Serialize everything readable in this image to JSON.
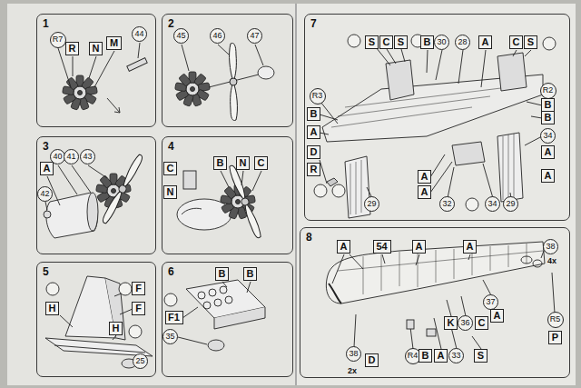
{
  "diagram": {
    "nodes": [
      {
        "text": [
          "1"
        ]
      },
      {
        "text": [
          "2"
        ]
      },
      {
        "text": [
          "3"
        ]
      },
      {
        "text": [
          "4"
        ]
      },
      {
        "text": [
          "5"
        ]
      },
      {
        "text": [
          "6"
        ]
      },
      {
        "text": [
          "7"
        ]
      },
      {
        "text": [
          "8"
        ]
      },
      {
        "text": [
          "R7"
        ],
        "in": 0
      },
      {
        "text": [
          "R"
        ],
        "in": 0
      },
      {
        "text": [
          "N"
        ],
        "in": 0
      },
      {
        "text": [
          "M"
        ],
        "in": 0
      },
      {
        "text": [
          "44"
        ],
        "in": 0
      },
      {
        "text": [
          "45"
        ],
        "in": 1
      },
      {
        "text": [
          "46"
        ],
        "in": 1
      },
      {
        "text": [
          "47"
        ],
        "in": 1
      },
      {
        "text": [
          "A"
        ],
        "in": 2
      },
      {
        "text": [
          "40"
        ],
        "in": 2
      },
      {
        "text": [
          "41"
        ],
        "in": 2
      },
      {
        "text": [
          "43"
        ],
        "in": 2
      },
      {
        "text": [
          "42"
        ],
        "in": 2
      },
      {
        "text": [
          "C"
        ],
        "in": 3
      },
      {
        "text": [
          "N"
        ],
        "in": 3
      },
      {
        "text": [
          "B"
        ],
        "in": 3
      },
      {
        "text": [
          "N"
        ],
        "in": 3
      },
      {
        "text": [
          "C"
        ],
        "in": 3
      },
      {
        "text": [
          "H"
        ],
        "in": 4
      },
      {
        "text": [
          "F"
        ],
        "in": 4
      },
      {
        "text": [
          "F"
        ],
        "in": 4
      },
      {
        "text": [
          "H"
        ],
        "in": 4
      },
      {
        "text": [
          "25"
        ],
        "in": 4
      },
      {
        "text": [
          "B"
        ],
        "in": 5
      },
      {
        "text": [
          "B"
        ],
        "in": 5
      },
      {
        "text": [
          "F1"
        ],
        "in": 5
      },
      {
        "text": [
          "35"
        ],
        "in": 5
      },
      {
        "text": [
          "S"
        ],
        "in": 6
      },
      {
        "text": [
          "C"
        ],
        "in": 6
      },
      {
        "text": [
          "S"
        ],
        "in": 6
      },
      {
        "text": [
          "B"
        ],
        "in": 6
      },
      {
        "text": [
          "30"
        ],
        "in": 6
      },
      {
        "text": [
          "28"
        ],
        "in": 6
      },
      {
        "text": [
          "A"
        ],
        "in": 6
      },
      {
        "text": [
          "C"
        ],
        "in": 6
      },
      {
        "text": [
          "S"
        ],
        "in": 6
      },
      {
        "text": [
          "R3"
        ],
        "in": 6
      },
      {
        "text": [
          "B"
        ],
        "in": 6
      },
      {
        "text": [
          "A"
        ],
        "in": 6
      },
      {
        "text": [
          "R2"
        ],
        "in": 6
      },
      {
        "text": [
          "B"
        ],
        "in": 6
      },
      {
        "text": [
          "B"
        ],
        "in": 6
      },
      {
        "text": [
          "D"
        ],
        "in": 6
      },
      {
        "text": [
          "R"
        ],
        "in": 6
      },
      {
        "text": [
          "A"
        ],
        "in": 6
      },
      {
        "text": [
          "A"
        ],
        "in": 6
      },
      {
        "text": [
          "29"
        ],
        "in": 6
      },
      {
        "text": [
          "32"
        ],
        "in": 6
      },
      {
        "text": [
          "34"
        ],
        "in": 6
      },
      {
        "text": [
          "29"
        ],
        "in": 6
      },
      {
        "text": [
          "34"
        ],
        "in": 6
      },
      {
        "text": [
          "A"
        ],
        "in": 6
      },
      {
        "text": [
          "A"
        ],
        "in": 6
      },
      {
        "text": [
          "A"
        ],
        "in": 7
      },
      {
        "text": [
          "54"
        ],
        "in": 7
      },
      {
        "text": [
          "A"
        ],
        "in": 7
      },
      {
        "text": [
          "A"
        ],
        "in": 7
      },
      {
        "text": [
          "38"
        ],
        "in": 7
      },
      {
        "text": [
          "37"
        ],
        "in": 7
      },
      {
        "text": [
          "A"
        ],
        "in": 7
      },
      {
        "text": [
          "K"
        ],
        "in": 7
      },
      {
        "text": [
          "36"
        ],
        "in": 7
      },
      {
        "text": [
          "C"
        ],
        "in": 7
      },
      {
        "text": [
          "R5"
        ],
        "in": 7
      },
      {
        "text": [
          "P"
        ],
        "in": 7
      },
      {
        "text": [
          "R4"
        ],
        "in": 7
      },
      {
        "text": [
          "B"
        ],
        "in": 7
      },
      {
        "text": [
          "A"
        ],
        "in": 7
      },
      {
        "text": [
          "33"
        ],
        "in": 7
      },
      {
        "text": [
          "S"
        ],
        "in": 7
      },
      {
        "text": [
          "38"
        ],
        "in": 7
      },
      {
        "text": [
          "D"
        ],
        "in": 7
      }
    ],
    "labels": [
      "4x",
      "2x"
    ]
  }
}
